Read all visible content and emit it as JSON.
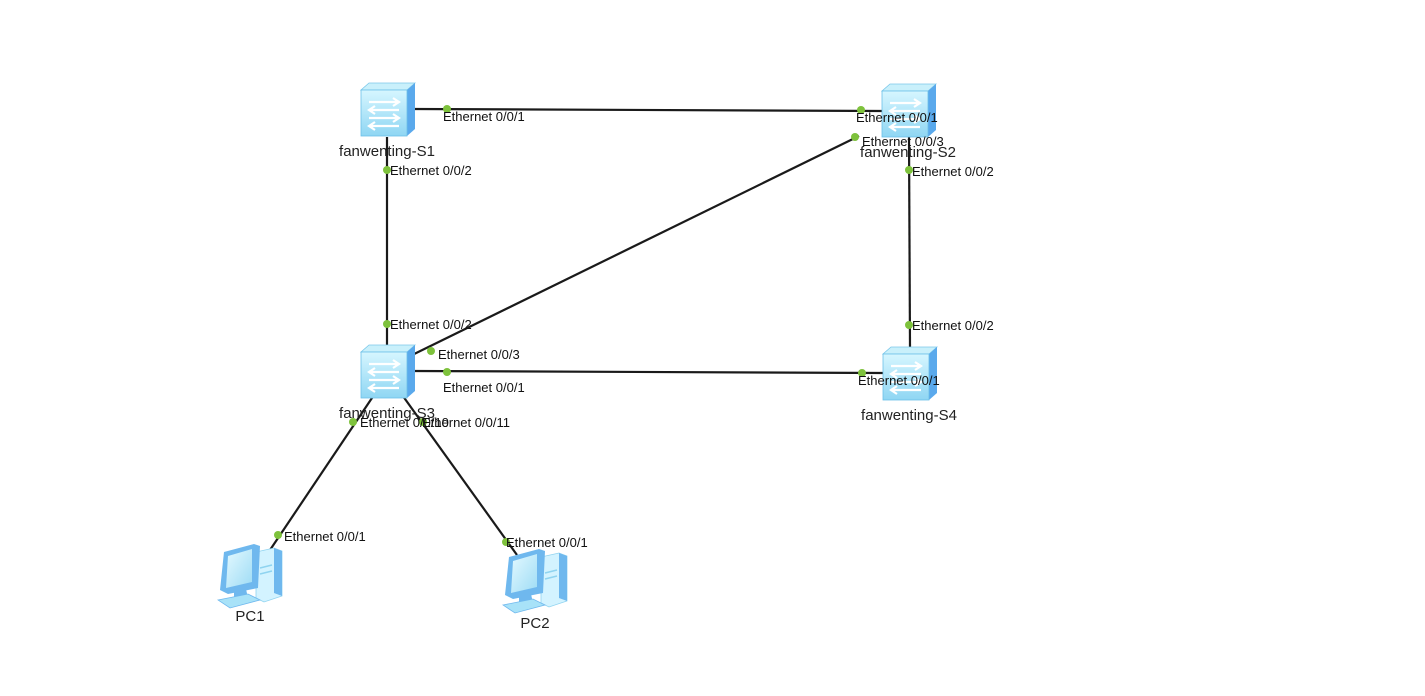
{
  "colors": {
    "link": "#1a1a1a",
    "port_dot": "#7ec23c",
    "switch_face": "#9fe0f7",
    "switch_side": "#5aa9ec",
    "switch_top": "#c9f0fb",
    "pc_screen": "#bfeeff",
    "pc_body": "#6fb8ee"
  },
  "devices": [
    {
      "id": "S1",
      "label": "fanwenting-S1",
      "type": "switch-icon"
    },
    {
      "id": "S2",
      "label": "fanwenting-S2",
      "type": "switch-icon"
    },
    {
      "id": "S3",
      "label": "fanwenting-S3",
      "type": "switch-icon"
    },
    {
      "id": "S4",
      "label": "fanwenting-S4",
      "type": "switch-icon"
    },
    {
      "id": "PC1",
      "label": "PC1",
      "type": "pc-icon"
    },
    {
      "id": "PC2",
      "label": "PC2",
      "type": "pc-icon"
    }
  ],
  "links": [
    {
      "from": "S1",
      "to": "S2",
      "from_port": "Ethernet 0/0/1",
      "to_port": "Ethernet 0/0/1"
    },
    {
      "from": "S1",
      "to": "S3",
      "from_port": "Ethernet 0/0/2",
      "to_port": "Ethernet 0/0/2"
    },
    {
      "from": "S2",
      "to": "S4",
      "from_port": "Ethernet 0/0/2",
      "to_port": "Ethernet 0/0/2"
    },
    {
      "from": "S2",
      "to": "S3",
      "from_port": "Ethernet 0/0/3",
      "to_port": "Ethernet 0/0/3"
    },
    {
      "from": "S3",
      "to": "S4",
      "from_port": "Ethernet 0/0/1",
      "to_port": "Ethernet 0/0/1"
    },
    {
      "from": "S3",
      "to": "PC1",
      "from_port": "Ethernet 0/0/10",
      "to_port": "Ethernet 0/0/1"
    },
    {
      "from": "S3",
      "to": "PC2",
      "from_port": "Ethernet 0/0/11",
      "to_port": "Ethernet 0/0/1"
    }
  ]
}
